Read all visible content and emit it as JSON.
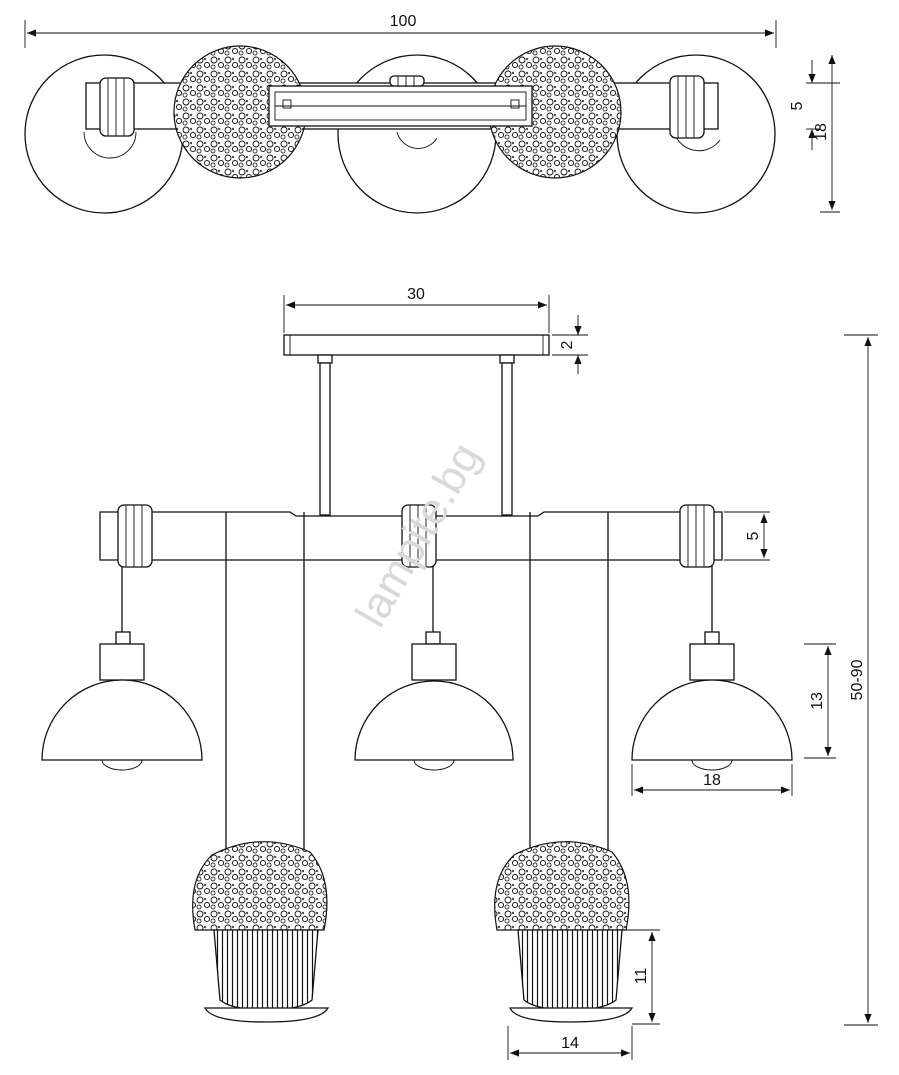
{
  "watermark": "lampite.bg",
  "dimensions": {
    "top_width": "100",
    "top_bar_height": "5",
    "top_depth": "18",
    "canopy_width": "30",
    "canopy_height": "2",
    "beam_height": "5",
    "shade_height": "13",
    "shade_width": "18",
    "overall_height": "50-90",
    "pot_height": "11",
    "pot_width": "14"
  }
}
